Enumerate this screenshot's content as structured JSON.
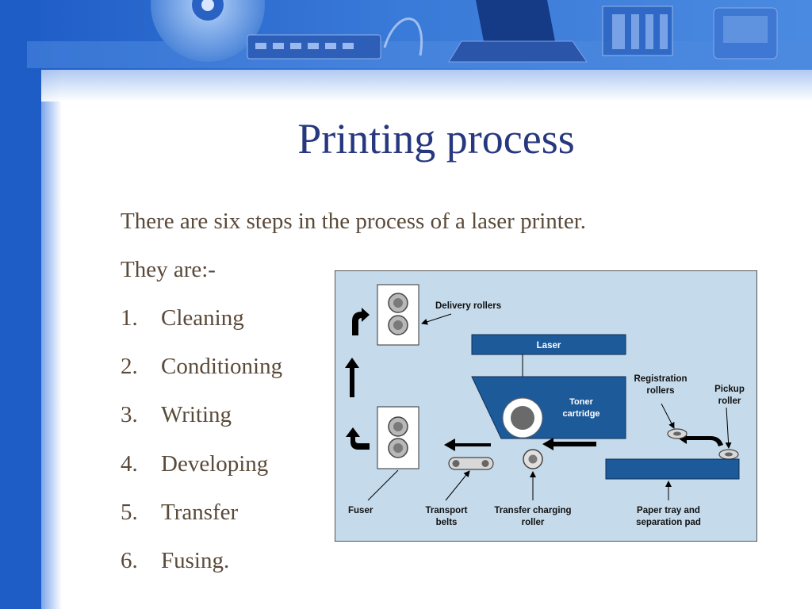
{
  "slide": {
    "title": "Printing process",
    "intro": "There are six steps in the process of a laser printer.",
    "intro2": "They are:-",
    "steps": [
      {
        "num": "1.",
        "label": "Cleaning"
      },
      {
        "num": "2.",
        "label": "Conditioning"
      },
      {
        "num": "3.",
        "label": "Writing"
      },
      {
        "num": "4.",
        "label": "Developing"
      },
      {
        "num": "5.",
        "label": "Transfer"
      },
      {
        "num": "6.",
        "label": "Fusing."
      }
    ]
  },
  "diagram": {
    "labels": {
      "delivery_rollers": "Delivery rollers",
      "laser": "Laser",
      "toner_line1": "Toner",
      "toner_line2": "cartridge",
      "registration_line1": "Registration",
      "registration_line2": "rollers",
      "pickup_line1": "Pickup",
      "pickup_line2": "roller",
      "fuser": "Fuser",
      "transport_line1": "Transport",
      "transport_line2": "belts",
      "transfer_line1": "Transfer charging",
      "transfer_line2": "roller",
      "papertray_line1": "Paper tray and",
      "papertray_line2": "separation pad"
    }
  },
  "colors": {
    "title": "#27387e",
    "body_text": "#5a4a3a",
    "diagram_bg": "#c5daea",
    "component_fill": "#1d5a9a"
  }
}
